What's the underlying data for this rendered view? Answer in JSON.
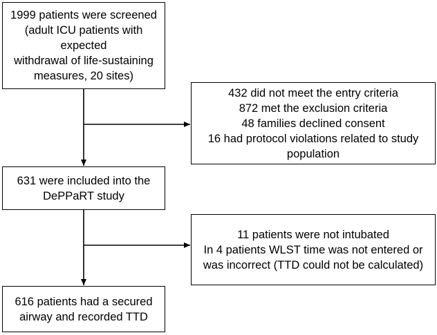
{
  "boxes": {
    "screened": {
      "lines": [
        "1999 patients were screened",
        "(adult ICU patients with",
        "expected",
        "withdrawal of life-sustaining",
        "measures, 20 sites)"
      ]
    },
    "excluded": {
      "lines": [
        "432 did not meet the entry criteria",
        "872 met the exclusion criteria",
        "48 families declined consent",
        "16 had protocol violations related to study",
        "population"
      ]
    },
    "included": {
      "lines": [
        "631 were included into the",
        "DePPaRT study"
      ]
    },
    "removed": {
      "lines": [
        "11 patients were not intubated",
        "In 4 patients WLST time was not entered or",
        "was incorrect (TTD could not be calculated)"
      ]
    },
    "final": {
      "lines": [
        "616 patients had a secured",
        "airway and recorded TTD"
      ]
    }
  },
  "colors": {
    "stroke": "#000000",
    "background": "#ffffff"
  }
}
